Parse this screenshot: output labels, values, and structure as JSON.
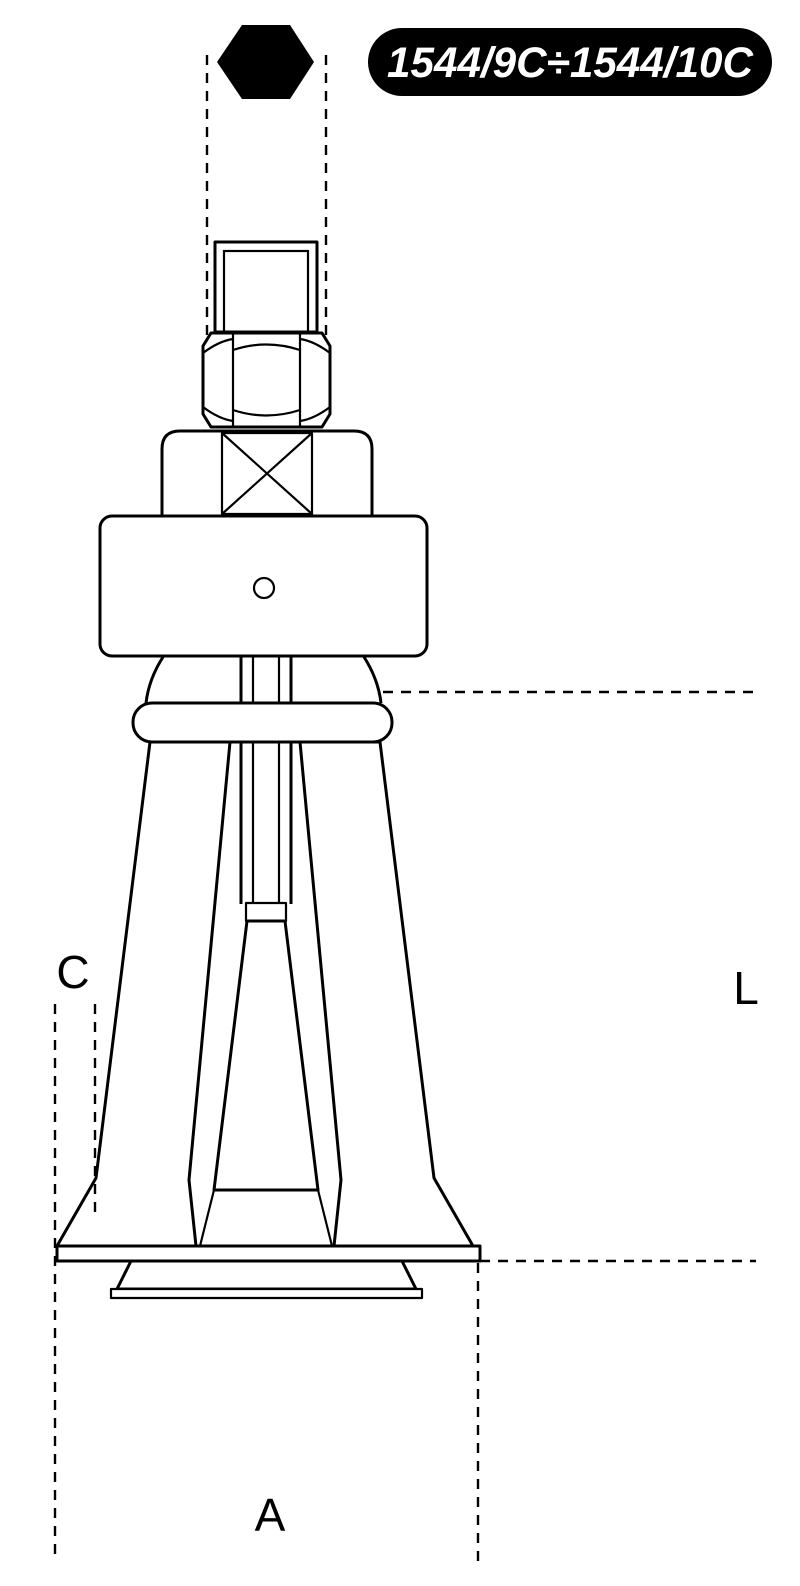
{
  "page": {
    "background": "#ffffff"
  },
  "badge": {
    "label": "1544/9C÷1544/10C",
    "bg_color": "#000000",
    "text_color": "#ffffff"
  },
  "dimension_labels": {
    "c": "C",
    "l": "L",
    "a": "A"
  },
  "line_art": {
    "stroke_color": "#000000",
    "fill_color": "#ffffff",
    "solid_fill": "#000000"
  },
  "icons": {
    "hex_drive_end": "black-hexagon"
  }
}
